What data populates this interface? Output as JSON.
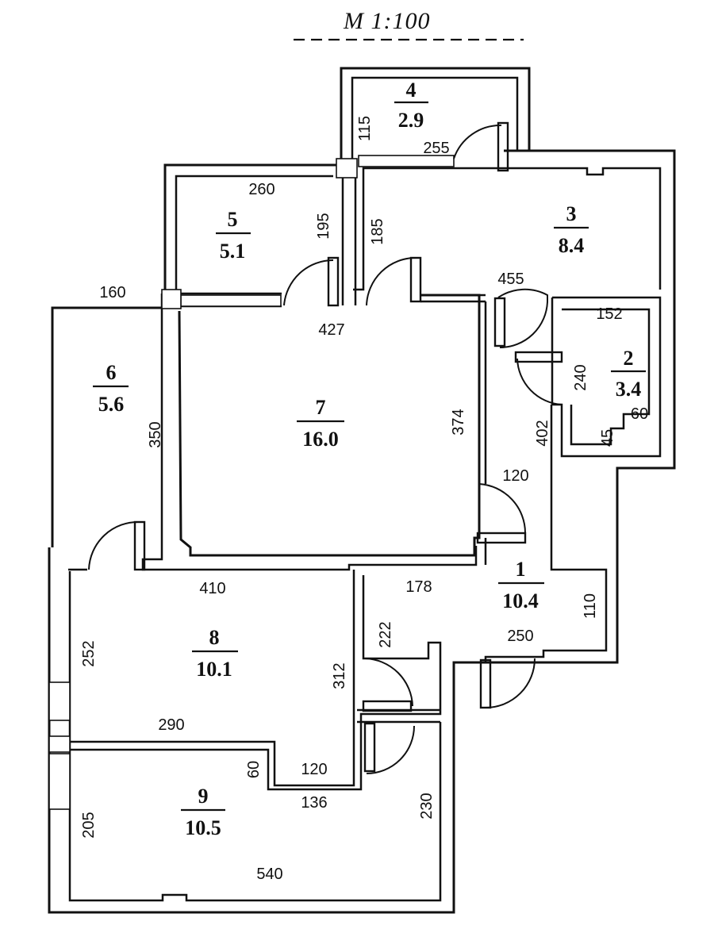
{
  "scale": {
    "label": "M 1:100"
  },
  "rooms": [
    {
      "number": "1",
      "area": "10.4"
    },
    {
      "number": "2",
      "area": "3.4"
    },
    {
      "number": "3",
      "area": "8.4"
    },
    {
      "number": "4",
      "area": "2.9"
    },
    {
      "number": "5",
      "area": "5.1"
    },
    {
      "number": "6",
      "area": "5.6"
    },
    {
      "number": "7",
      "area": "16.0"
    },
    {
      "number": "8",
      "area": "10.1"
    },
    {
      "number": "9",
      "area": "10.5"
    }
  ],
  "dimensions": {
    "d115": "115",
    "d255": "255",
    "d260": "260",
    "d195": "195",
    "d185": "185",
    "d160": "160",
    "d427": "427",
    "d455": "455",
    "d152": "152",
    "d240": "240",
    "d60a": "60",
    "d45": "45",
    "d350": "350",
    "d374": "374",
    "d402": "402",
    "d120a": "120",
    "d410": "410",
    "d178": "178",
    "d110": "110",
    "d250": "250",
    "d252": "252",
    "d222": "222",
    "d312": "312",
    "d290": "290",
    "d60b": "60",
    "d120b": "120",
    "d136": "136",
    "d205": "205",
    "d230": "230",
    "d540": "540"
  }
}
